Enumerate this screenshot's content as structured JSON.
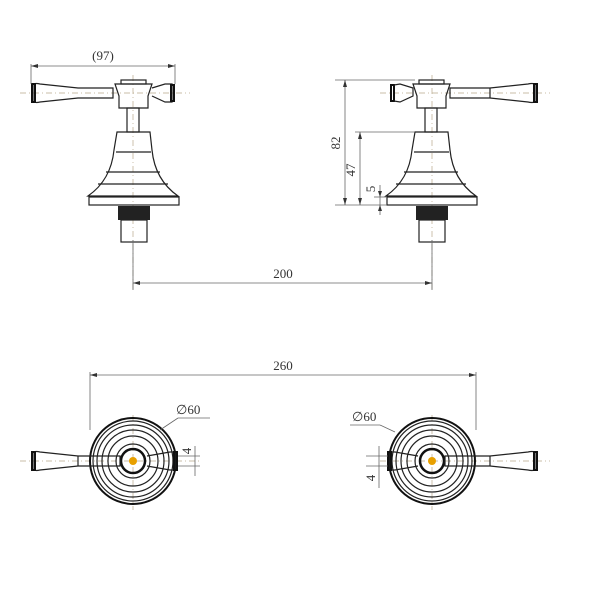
{
  "drawing": {
    "title": "Tap top assembly technical drawing",
    "views": {
      "front_left": {
        "label": "front-view-left-tap"
      },
      "front_right": {
        "label": "front-view-right-tap"
      },
      "top_left": {
        "label": "top-view-left-tap"
      },
      "top_right": {
        "label": "top-view-right-tap"
      }
    },
    "dimensions": {
      "handle_width": "(97)",
      "total_height": "82",
      "flange_to_body_height": "47",
      "flange_thickness": "5",
      "center_spacing": "200",
      "overall_width": "260",
      "diameter_left": "∅60",
      "diameter_right": "∅60",
      "handle_tip_left": "4",
      "handle_tip_right": "4"
    },
    "colors": {
      "line": "#222222",
      "dimension": "#666666",
      "centerline": "#b8a98a",
      "center_mark": "#e8a000"
    }
  }
}
